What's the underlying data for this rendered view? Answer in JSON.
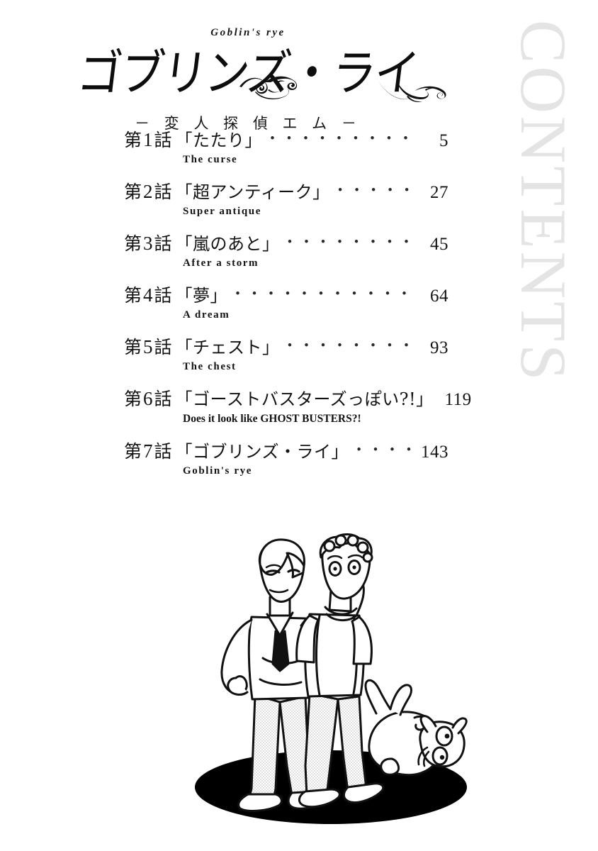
{
  "page": {
    "background_color": "#ffffff",
    "ink_color": "#131313",
    "watermark_color": "#e4e4e4"
  },
  "watermark": {
    "text": "CONTENTS"
  },
  "title": {
    "romaji": "Goblin's rye",
    "main": "ゴブリンズ・ライ",
    "subtitle": "－ 変 人 探 偵 エ ム －"
  },
  "toc": {
    "entries": [
      {
        "chapter_prefix": "第",
        "chapter_number": "1",
        "chapter_suffix": "話",
        "title": "「たたり」",
        "dots": "・・・・・・・・・・・・・・・・・・・・・",
        "page": "5",
        "english": "The curse"
      },
      {
        "chapter_prefix": "第",
        "chapter_number": "2",
        "chapter_suffix": "話",
        "title": "「超アンティーク」",
        "dots": "・・・・・・・・・・・・・・",
        "page": "27",
        "english": "Super antique"
      },
      {
        "chapter_prefix": "第",
        "chapter_number": "3",
        "chapter_suffix": "話",
        "title": "「嵐のあと」",
        "dots": "・・・・・・・・・・・・・・・・・・",
        "page": "45",
        "english": "After a storm"
      },
      {
        "chapter_prefix": "第",
        "chapter_number": "4",
        "chapter_suffix": "話",
        "title": "「夢」",
        "dots": "・・・・・・・・・・・・・・・・・・・・・・・・",
        "page": "64",
        "english": "A dream"
      },
      {
        "chapter_prefix": "第",
        "chapter_number": "5",
        "chapter_suffix": "話",
        "title": "「チェスト」",
        "dots": "・・・・・・・・・・・・・・・・・",
        "page": "93",
        "english": "The chest"
      },
      {
        "chapter_prefix": "第",
        "chapter_number": "6",
        "chapter_suffix": "話",
        "title": "「ゴーストバスターズっぽい?!」",
        "dots": "・・・",
        "page": "119",
        "english": "Does it look like GHOST BUSTERS?!"
      },
      {
        "chapter_prefix": "第",
        "chapter_number": "7",
        "chapter_suffix": "話",
        "title": "「ゴブリンズ・ライ」",
        "dots": "・・・・・・・・・・",
        "page": "143",
        "english": "Goblin's rye"
      }
    ]
  },
  "illustration": {
    "caption": "line art of two men standing with a cat lying on its back, black ellipse shadow",
    "shadow_color": "#000000",
    "tone_color": "#e8e8e8"
  }
}
